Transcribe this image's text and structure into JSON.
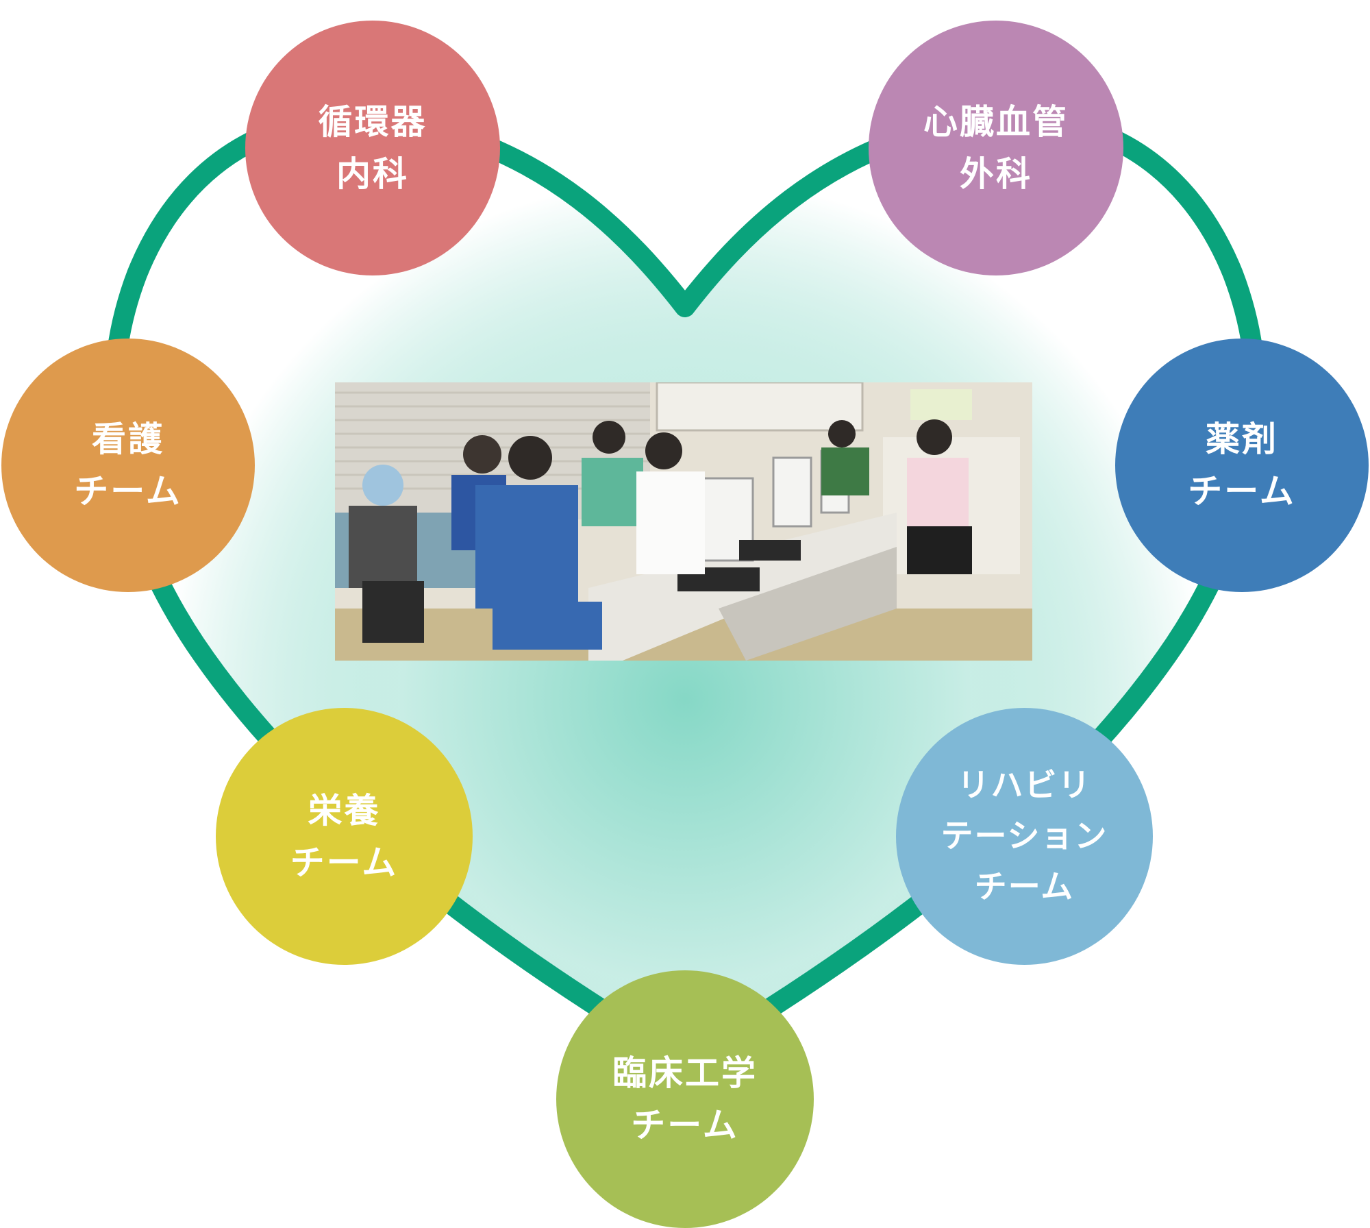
{
  "colors": {
    "heart_stroke": "#0aa37c",
    "heart_fill_center": "#86d8c6",
    "heart_fill_edge": "#ffffff"
  },
  "nodes": {
    "cardiology": {
      "label": "循環器\n内科",
      "color": "#d97777"
    },
    "cardiovascular_surgery": {
      "label": "心臓血管\n外科",
      "color": "#bb87b3"
    },
    "nursing": {
      "label": "看護\nチーム",
      "color": "#de9a4d"
    },
    "pharmacy": {
      "label": "薬剤\nチーム",
      "color": "#3e7db8"
    },
    "nutrition": {
      "label": "栄養\nチーム",
      "color": "#dccd3a"
    },
    "rehabilitation": {
      "label": "リハビリ\nテーション\nチーム",
      "color": "#7fb8d6"
    },
    "clinical_engineering": {
      "label": "臨床工学\nチーム",
      "color": "#a6bf55"
    }
  }
}
